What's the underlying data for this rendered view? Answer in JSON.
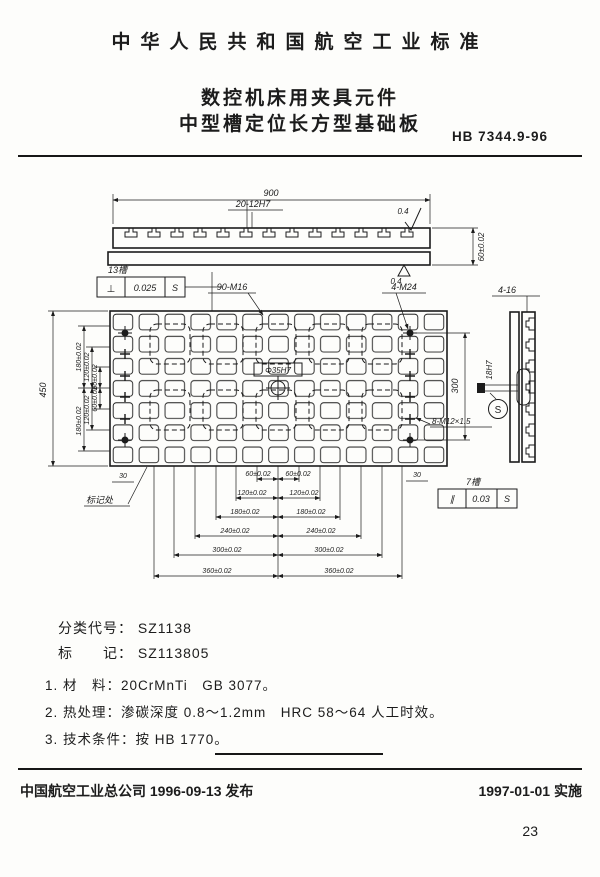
{
  "page": {
    "header": "中华人民共和国航空工业标准",
    "title_line1": "数控机床用夹具元件",
    "title_line2": "中型槽定位长方型基础板",
    "standard_no": "HB 7344.9-96",
    "page_number": "23"
  },
  "drawing": {
    "side_view": {
      "dim_width": "900",
      "slots_label": "20-12H7",
      "roughness_top": "0.4",
      "roughness_bottom": "0.4",
      "dim_height": "60±0.02"
    },
    "tolerance_top": {
      "slots": "13槽",
      "symbol": "⊥",
      "value": "0.025",
      "datum": "S"
    },
    "tolerance_bottom": {
      "slots": "7槽",
      "symbol": "∥",
      "value": "0.03",
      "datum": "S"
    },
    "plan_view": {
      "holes_m16": "90-M16",
      "holes_m24": "4-M24",
      "holes_m12": "8-M12×1.5",
      "center_hole": "Φ35H7",
      "dim_total_height": "450",
      "dim_right": "300",
      "dim_30_left": "30",
      "dim_30_right": "30",
      "mark_label": "标记处",
      "left_dims_upper": [
        "180±0.02",
        "120±0.02",
        "60±0.02"
      ],
      "left_dims_lower": [
        "180±0.02",
        "120±0.02",
        "60±0.02"
      ],
      "bottom_dims_left": [
        "60±0.02",
        "120±0.02",
        "180±0.02",
        "240±0.02",
        "300±0.02",
        "360±0.02"
      ],
      "bottom_dims_right": [
        "60±0.02",
        "120±0.02",
        "180±0.02",
        "240±0.02",
        "300±0.02",
        "360±0.02"
      ]
    },
    "end_view": {
      "slots_label": "4-16",
      "hole_label": "18H7",
      "datum": "S"
    }
  },
  "info": {
    "class_code_label": "分类代号：",
    "class_code": "SZ1138",
    "mark_label": "标　　记：",
    "mark": "SZ113805",
    "notes": [
      "1. 材　料：20CrMnTi　GB 3077。",
      "2. 热处理：渗碳深度 0.8～1.2mm　HRC 58～64 人工时效。",
      "3. 技术条件：按 HB 1770。"
    ]
  },
  "footer": {
    "left": "中国航空工业总公司 1996-09-13 发布",
    "right": "1997-01-01 实施"
  }
}
